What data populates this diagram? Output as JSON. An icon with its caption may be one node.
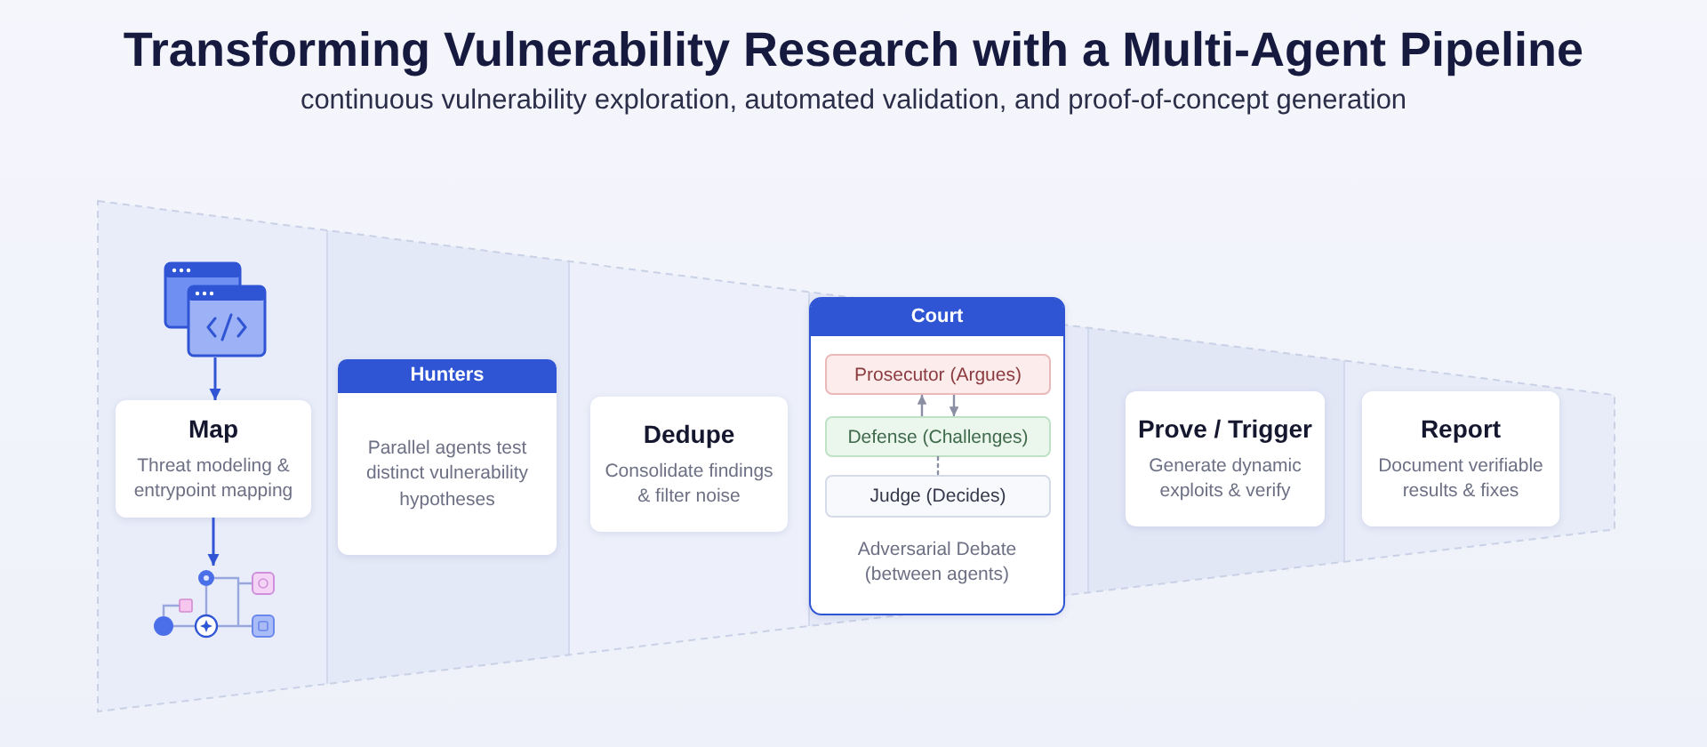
{
  "diagram": {
    "title": "Transforming Vulnerability Research with a Multi-Agent Pipeline",
    "nodes": [
      {
        "text": [],
        "shape": "picture"
      },
      {
        "text": [
          "Map",
          "Threat modeling & entrypoint mapping"
        ]
      },
      {
        "text": [],
        "shape": "picture"
      },
      {
        "text": [
          "Hunters",
          "Parallel agents test distinct vulnerability hypotheses"
        ]
      },
      {
        "text": [
          "Dedupe",
          "Consolidate findings & filter noise"
        ]
      },
      {
        "text": [
          "Court",
          "Adversarial Debate (between agents)"
        ]
      },
      {
        "text": [
          "Prosecutor (Argues)"
        ],
        "in": 5
      },
      {
        "text": [
          "Defense (Challenges)"
        ],
        "in": 5
      },
      {
        "text": [
          "Judge (Decides)"
        ],
        "in": 5
      },
      {
        "text": [
          "Prove / Trigger",
          "Generate dynamic exploits & verify"
        ]
      },
      {
        "text": [
          "Report",
          "Document verifiable results & fixes"
        ]
      }
    ],
    "edges": [
      {
        "from": 0,
        "to": 1,
        "arrow": "to",
        "color": "#2f55d4"
      },
      {
        "from": 1,
        "to": 2,
        "arrow": "to",
        "color": "#2f55d4"
      },
      {
        "from": 7,
        "to": 6,
        "arrow": "to"
      },
      {
        "from": 6,
        "to": 7,
        "arrow": "to"
      },
      {
        "from": 7,
        "to": 8,
        "arrow": "none",
        "style": "dashed"
      }
    ],
    "labels": [
      "continuous vulnerability exploration, automated validation, and proof-of-concept generation"
    ]
  }
}
